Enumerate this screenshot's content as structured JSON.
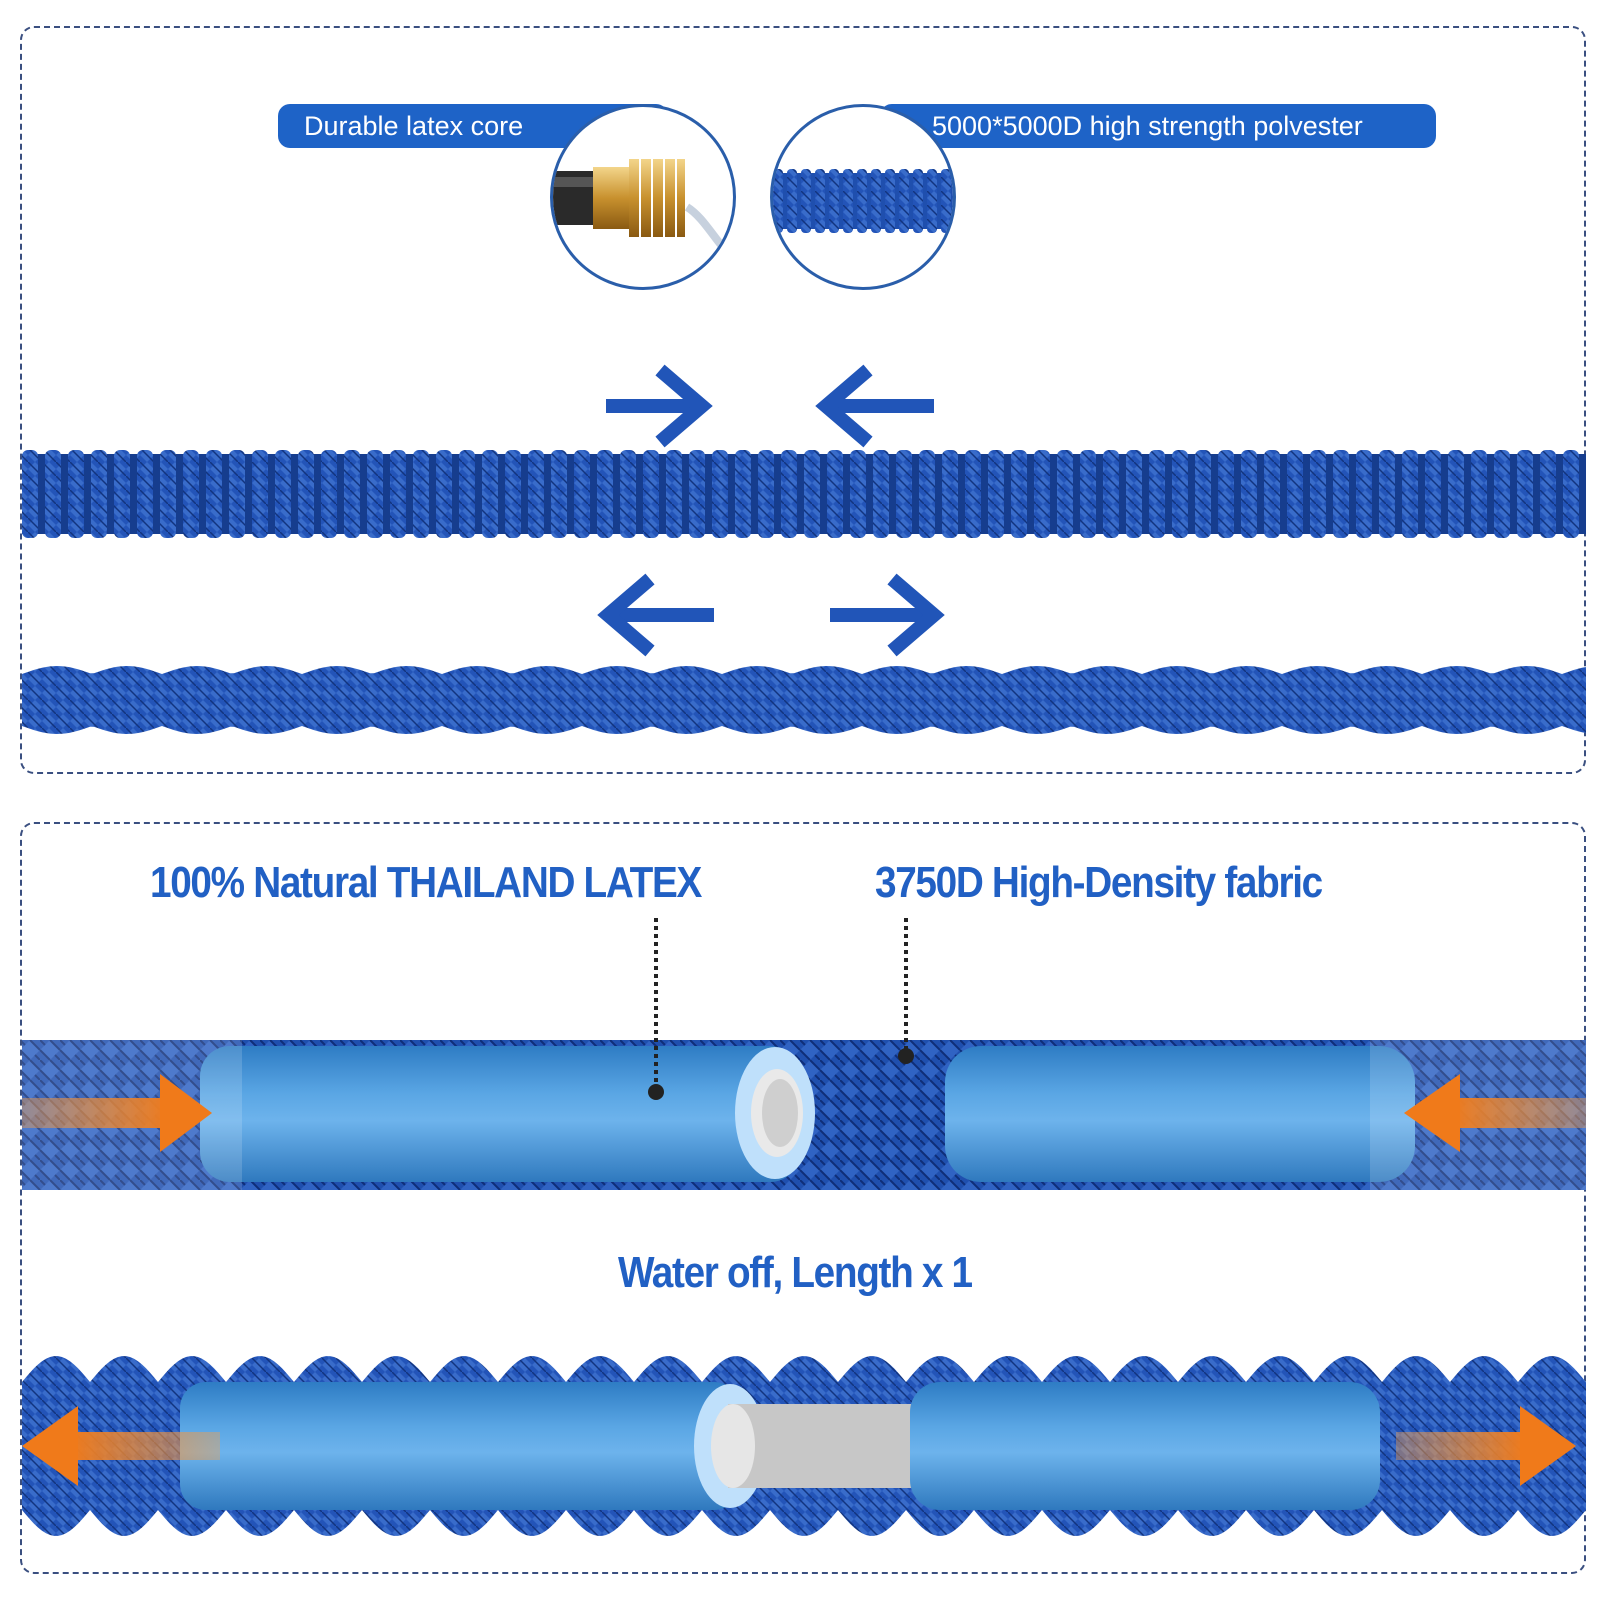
{
  "callouts": {
    "latex_core": "Durable latex core",
    "polyester": "5000*5000D high strength polvester"
  },
  "labels": {
    "latex": "100% Natural THAILAND LATEX",
    "fabric": "3750D High-Density fabric",
    "water_off": "Water off, Length x 1"
  },
  "colors": {
    "accent_blue": "#1e63c7",
    "hose_blue": "#1f4fae",
    "tube_blue": "#3f8fd6",
    "arrow_orange": "#f07a1a"
  },
  "icons": {
    "arrow": "arrow-icon",
    "connector": "brass-connector-icon"
  }
}
